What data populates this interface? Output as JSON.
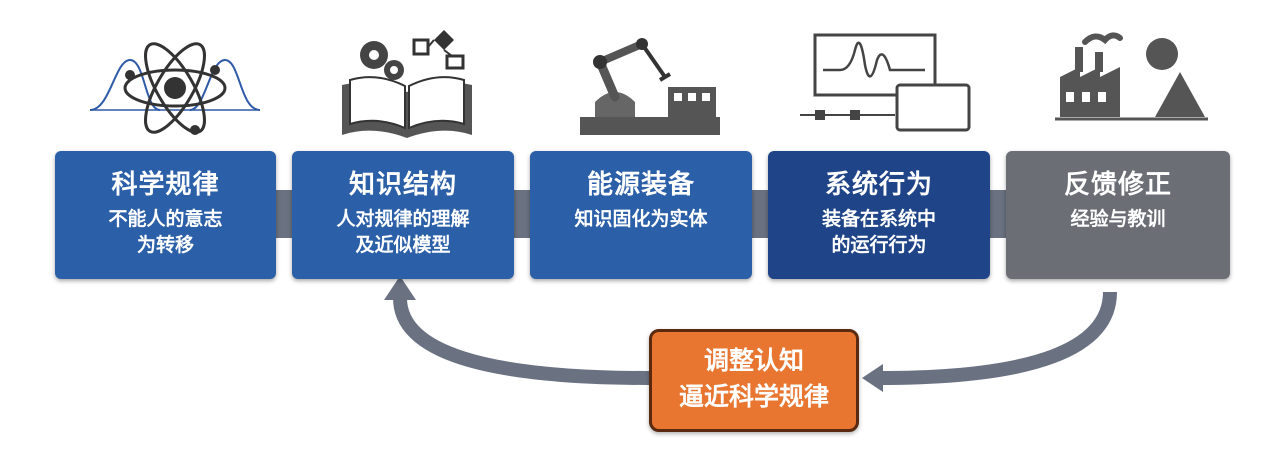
{
  "colors": {
    "step_blue": "#2b5fa8",
    "step_dark_blue": "#1f4588",
    "step_grey": "#6b6f75",
    "feedback_orange": "#e87630",
    "arrow_grey": "#6a7282"
  },
  "steps": [
    {
      "title": "科学规律",
      "desc": "不能人的意志\n为转移",
      "icon": "atom-icon"
    },
    {
      "title": "知识结构",
      "desc": "人对规律的理解\n及近似模型",
      "icon": "book-gears-icon"
    },
    {
      "title": "能源装备",
      "desc": "知识固化为实体",
      "icon": "robot-arm-factory-icon"
    },
    {
      "title": "系统行为",
      "desc": "装备在系统中\n的运行行为",
      "icon": "monitor-signal-icon"
    },
    {
      "title": "反馈修正",
      "desc": "经验与教训",
      "icon": "factory-shapes-icon"
    }
  ],
  "feedback": {
    "label": "调整认知\n逼近科学规律"
  }
}
